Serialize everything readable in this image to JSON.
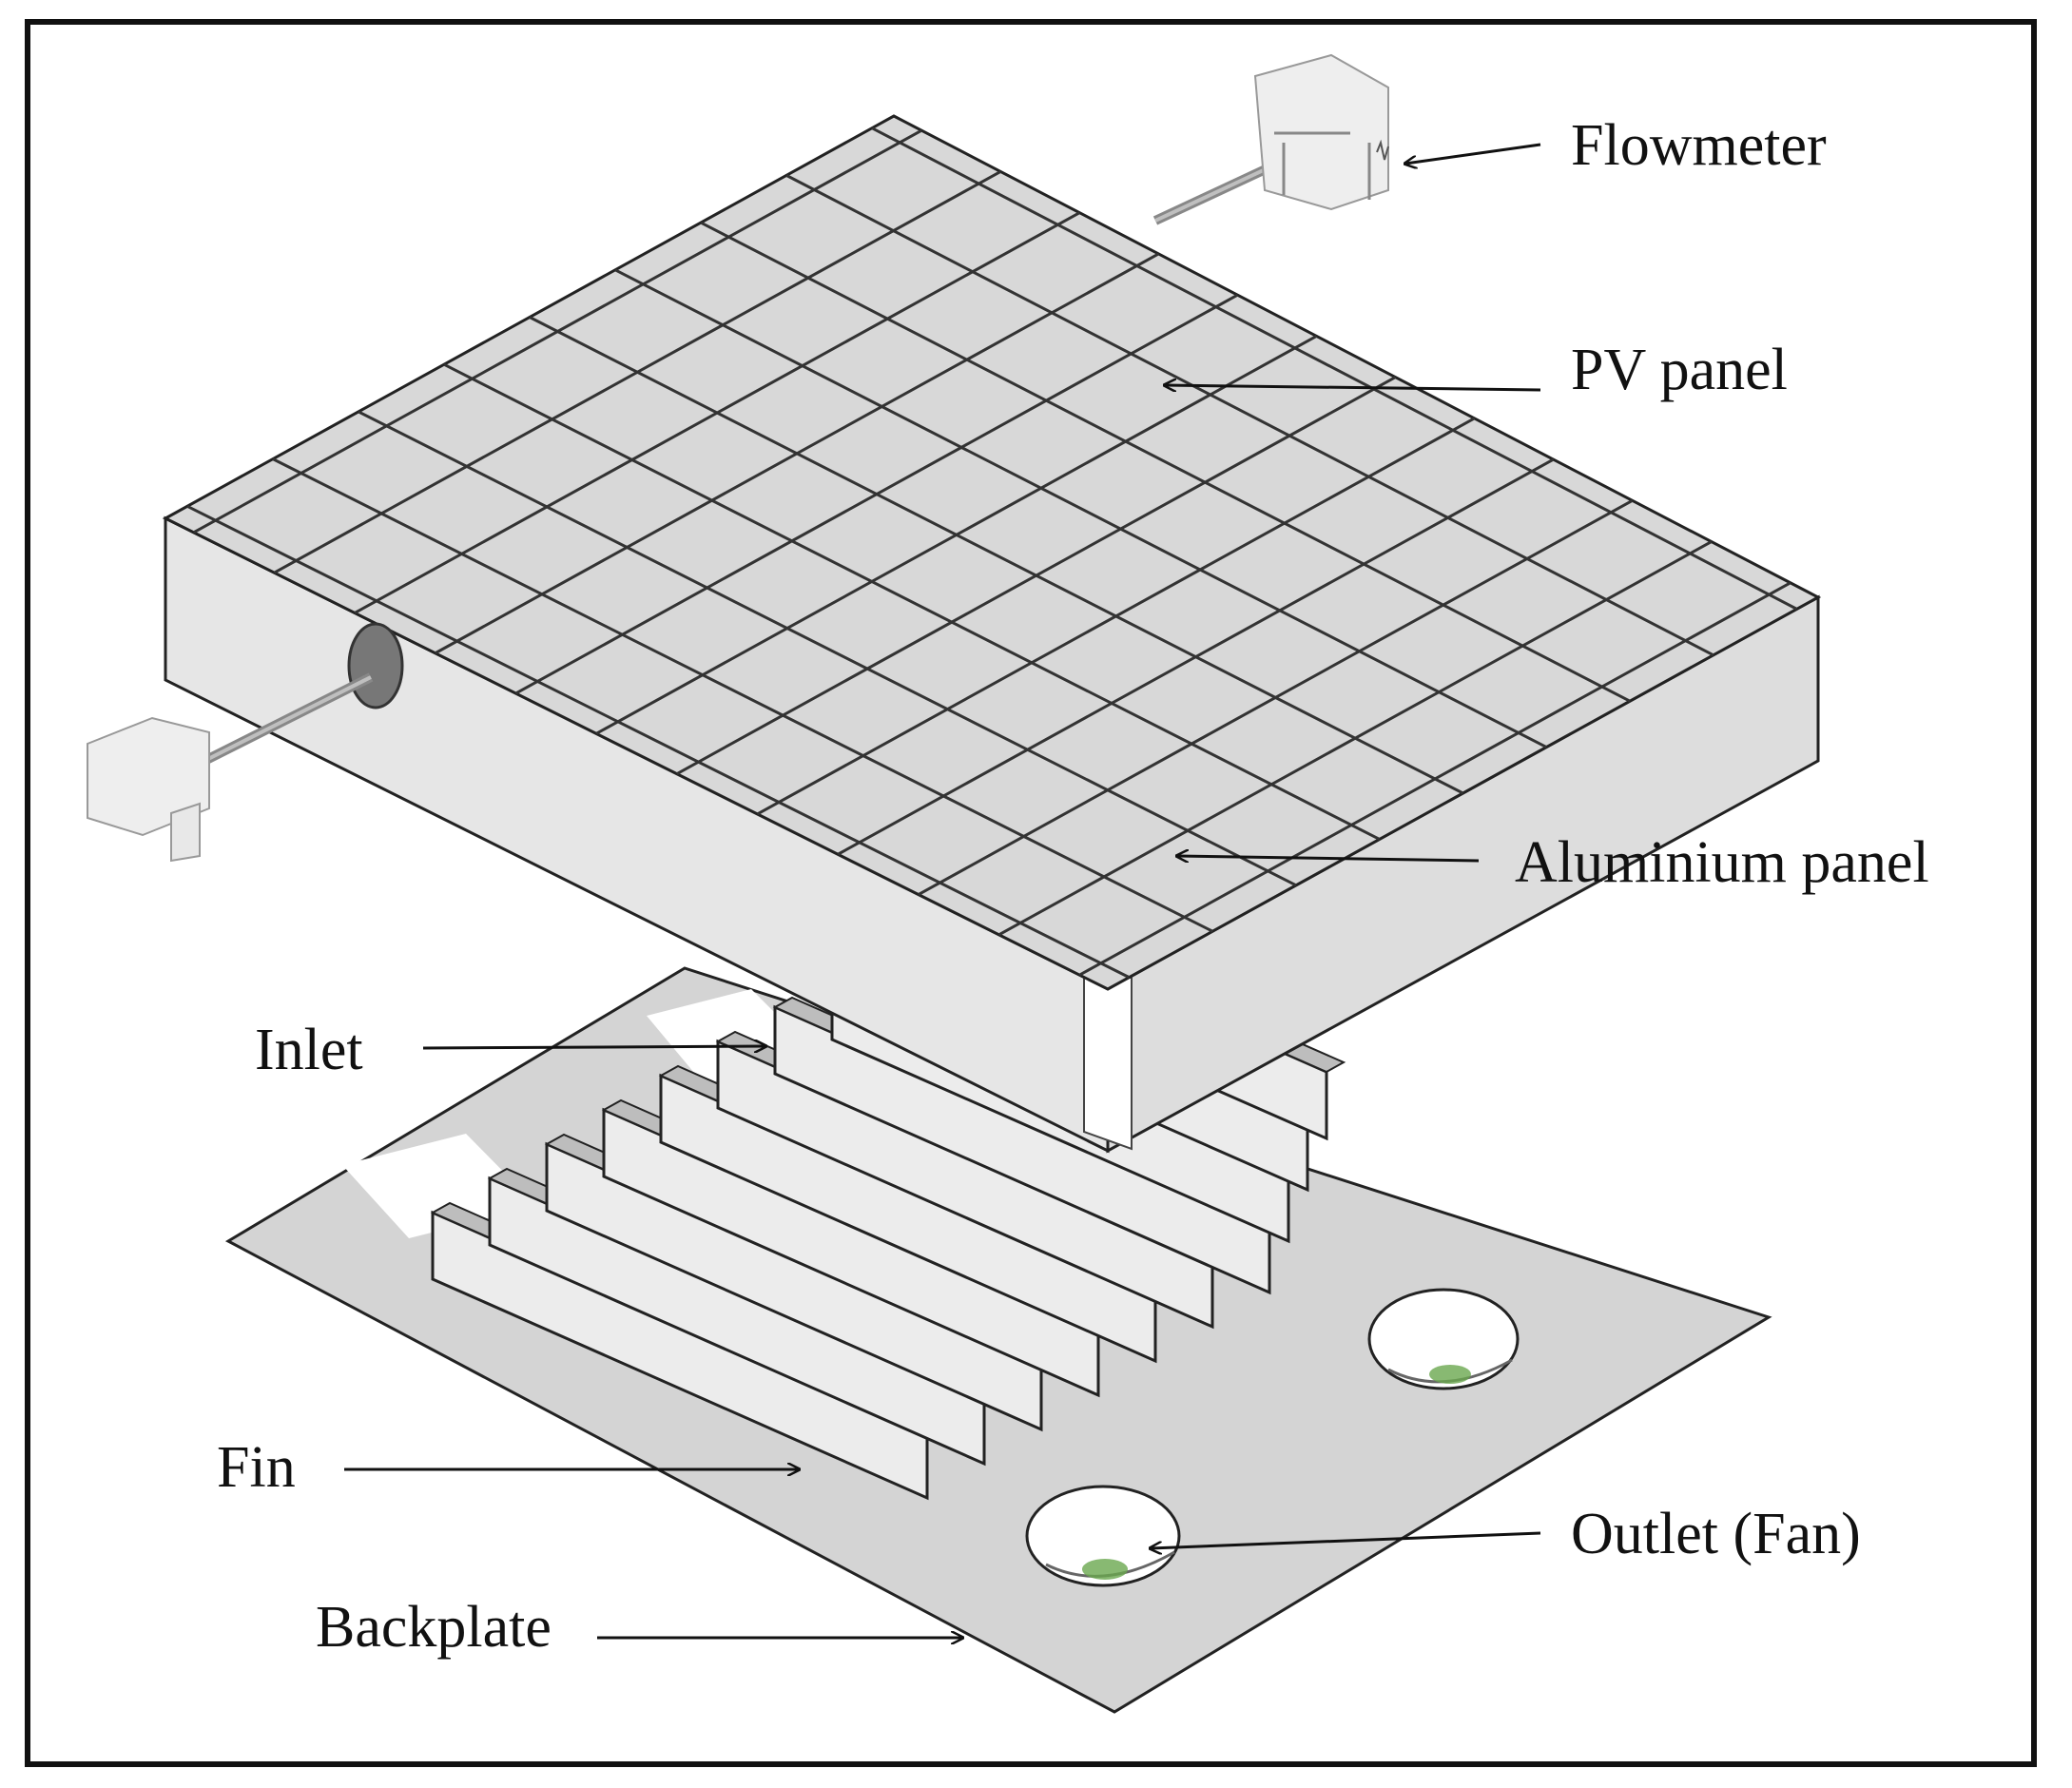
{
  "labels": {
    "flowmeter": "Flowmeter",
    "pv_panel": "PV panel",
    "aluminium_panel": "Aluminium panel",
    "inlet": "Inlet",
    "fin": "Fin",
    "outlet": "Outlet (Fan)",
    "backplate": "Backplate"
  },
  "colors": {
    "panel_top": "#d8d8d8",
    "panel_side": "#e6e6e6",
    "backplate": "#d4d4d4",
    "grid_line": "#333333",
    "edge": "#222222",
    "fan_green": "#6aa84f"
  }
}
